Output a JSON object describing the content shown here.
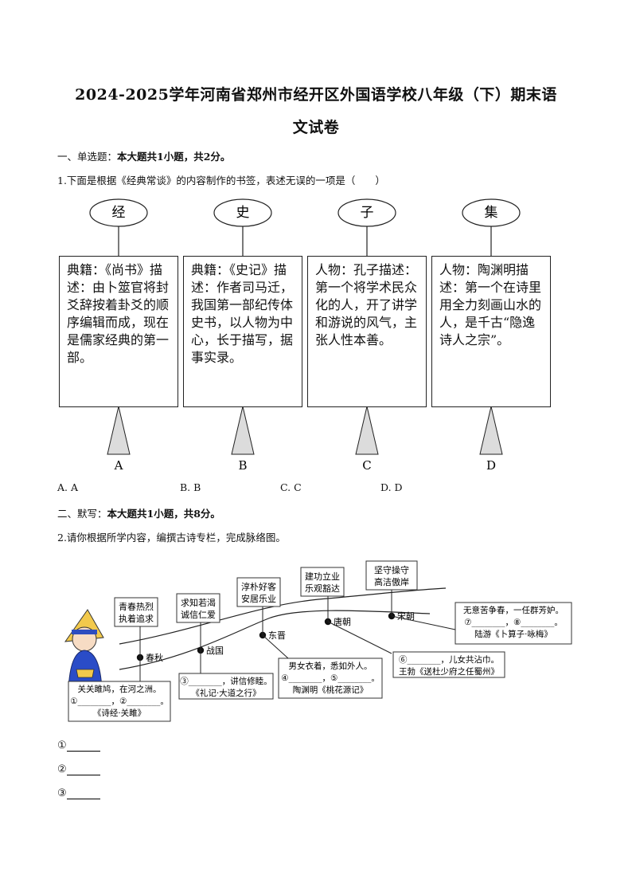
{
  "title_line1": "2024-2025学年河南省郑州市经开区外国语学校八年级（下）期末语",
  "title_line2": "文试卷",
  "section1": {
    "prefix": "一、单选题：",
    "desc": "本大题共1小题，共2分。"
  },
  "q1": {
    "stem": "1.下面是根据《经典常谈》的内容制作的书签，表述无误的一项是（　　）",
    "cards": [
      {
        "tag": "经",
        "text": "典籍：《尚书》描述：由卜筮官将封爻辞按着卦爻的顺序编辑而成，现在是儒家经典的第一部。",
        "letter": "A"
      },
      {
        "tag": "史",
        "text": "典籍：《史记》描述：作者司马迁，我国第一部纪传体史书，以人物为中心，长于描写，据事实录。",
        "letter": "B"
      },
      {
        "tag": "子",
        "text": "人物：孔子描述：第一个将学术民众化的人，开了讲学和游说的风气，主张人性本善。",
        "letter": "C"
      },
      {
        "tag": "集",
        "text": "人物：陶渊明描述：第一个在诗里用全力刻画山水的人，是千古“隐逸诗人之宗”。",
        "letter": "D"
      }
    ],
    "options": [
      "A. A",
      "B. B",
      "C. C",
      "D. D"
    ]
  },
  "section2": {
    "prefix": "二、默写：",
    "desc": "本大题共1小题，共8分。"
  },
  "q2": {
    "stem": "2.请你根据所学内容，编撰古诗专栏，完成脉络图。",
    "themes": [
      "青春热烈\n执着追求",
      "求知若渴\n诚信仁爱",
      "淳朴好客\n安居乐业",
      "建功立业\n乐观豁达",
      "坚守操守\n高洁傲岸"
    ],
    "eras": [
      "春秋",
      "战国",
      "东晋",
      "唐朝",
      "宋朝"
    ],
    "boxes": [
      {
        "l1": "关关雎鸠，在河之洲。",
        "l2": "①________，②________。",
        "src": "《诗经·关雎》"
      },
      {
        "l1": "③________，讲信修睦。",
        "src": "《礼记·大道之行》"
      },
      {
        "l1": "男女衣着，悉如外人。",
        "l2": "④________，⑤________。",
        "src": "陶渊明《桃花源记》"
      },
      {
        "l1": "⑥________，儿女共沾巾。",
        "src": "王勃《送杜少府之任蜀州》"
      },
      {
        "l1": "无意苦争春，一任群芳妒。",
        "l2": "⑦________，⑧________。",
        "src": "陆游《卜算子·咏梅》"
      }
    ],
    "blanks": [
      "①",
      "②",
      "③"
    ]
  }
}
